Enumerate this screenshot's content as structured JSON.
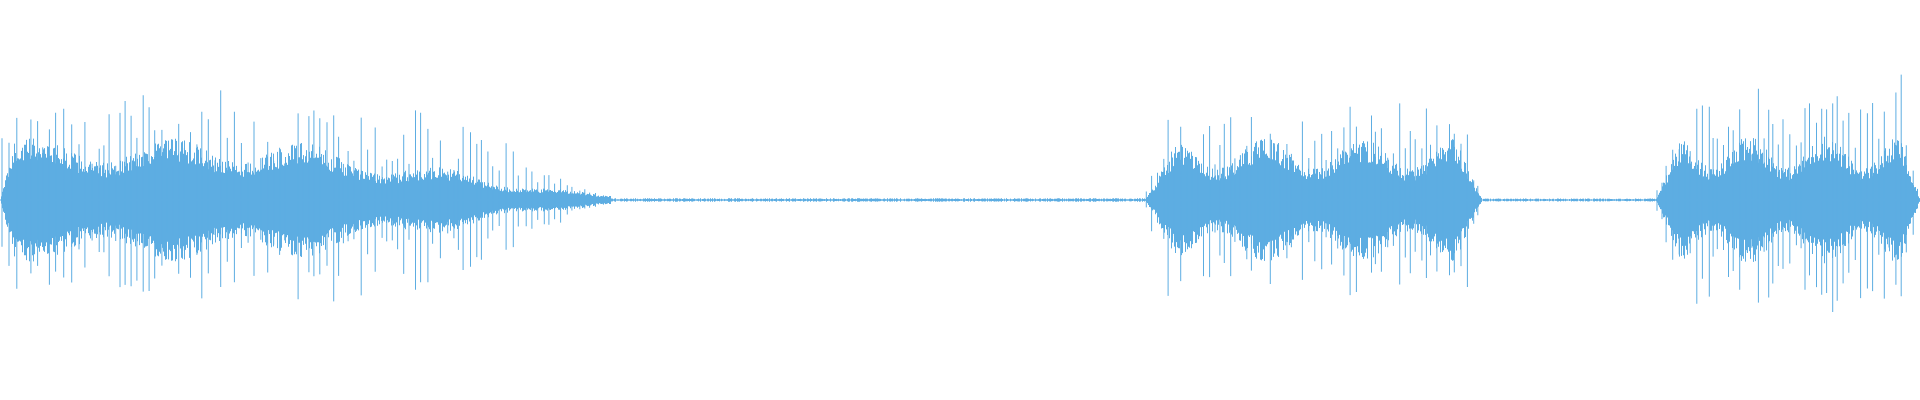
{
  "waveform": {
    "color": "#5dade2",
    "background": "#ffffff",
    "baseline": "centered",
    "amplitude_scale": [
      -1,
      1
    ],
    "duration_fraction_segments": [
      {
        "name": "segment-1",
        "start": 0.0,
        "end": 0.318,
        "level": "loud-decaying",
        "peak": 0.49,
        "body": 0.25
      },
      {
        "name": "silence-1",
        "start": 0.318,
        "end": 0.596,
        "level": "near-silent",
        "peak": 0.015,
        "body": 0.006
      },
      {
        "name": "segment-2",
        "start": 0.596,
        "end": 0.772,
        "level": "loud",
        "peak": 0.45,
        "body": 0.25
      },
      {
        "name": "silence-2",
        "start": 0.772,
        "end": 0.862,
        "level": "near-silent",
        "peak": 0.012,
        "body": 0.005
      },
      {
        "name": "segment-3",
        "start": 0.862,
        "end": 1.0,
        "level": "loud",
        "peak": 0.56,
        "body": 0.26
      }
    ]
  }
}
